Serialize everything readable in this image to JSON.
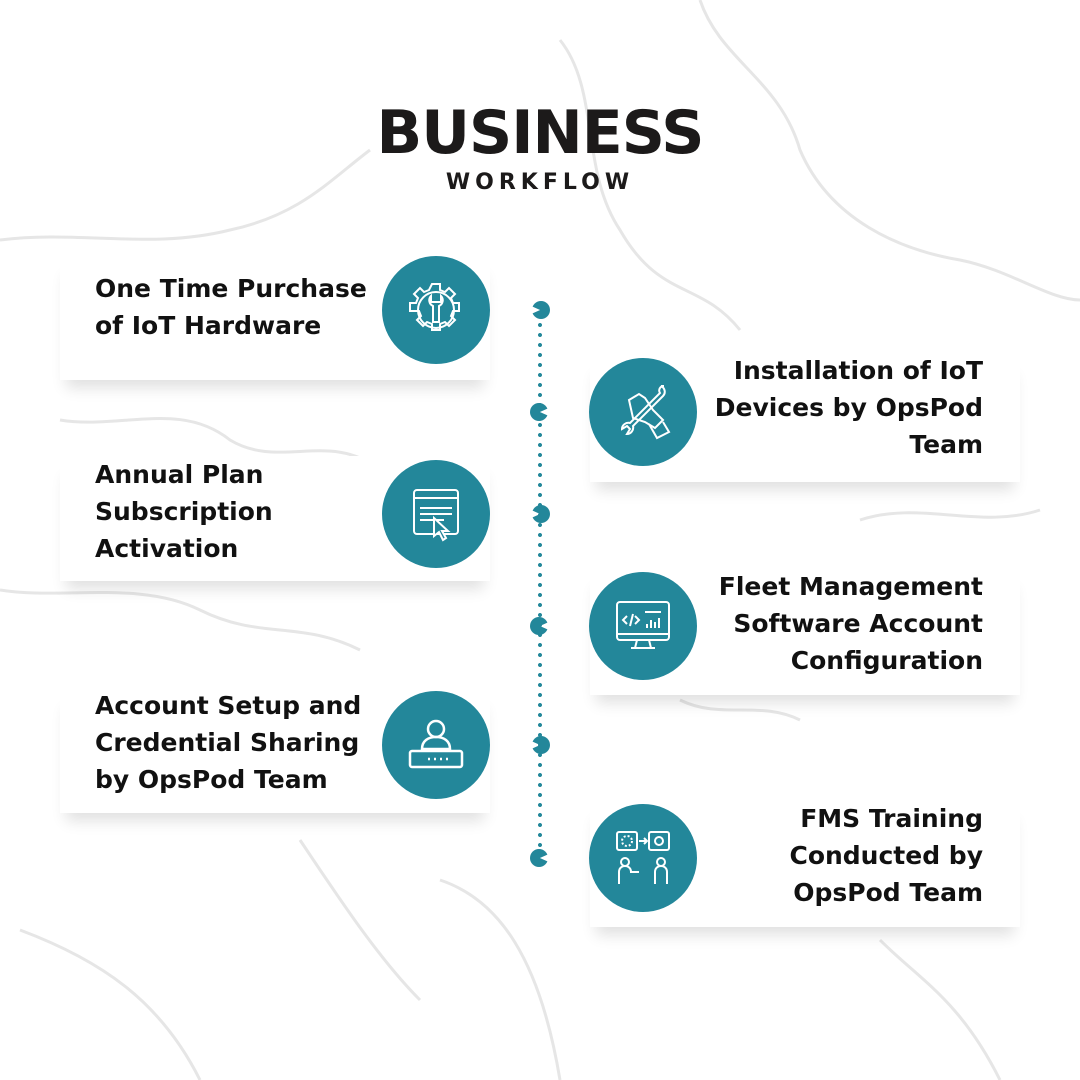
{
  "title": {
    "main": "BUSINESS",
    "sub": "WORKFLOW"
  },
  "accent_color": "#23879a",
  "steps": [
    {
      "lines": [
        "One Time Purchase",
        "of IoT Hardware"
      ],
      "icon": "gear-wrench-icon",
      "side": "left"
    },
    {
      "lines": [
        "Installation of IoT",
        "Devices by OpsPod",
        "Team"
      ],
      "icon": "hand-wrench-icon",
      "side": "right"
    },
    {
      "lines": [
        "Annual Plan",
        "Subscription",
        "Activation"
      ],
      "icon": "web-page-click-icon",
      "side": "left"
    },
    {
      "lines": [
        "Fleet Management",
        "Software Account",
        "Configuration"
      ],
      "icon": "monitor-code-icon",
      "side": "right"
    },
    {
      "lines": [
        "Account Setup and",
        "Credential Sharing",
        "by OpsPod Team"
      ],
      "icon": "user-password-icon",
      "side": "left"
    },
    {
      "lines": [
        "FMS Training",
        "Conducted by",
        "OpsPod Team"
      ],
      "icon": "training-presentation-icon",
      "side": "right"
    }
  ]
}
